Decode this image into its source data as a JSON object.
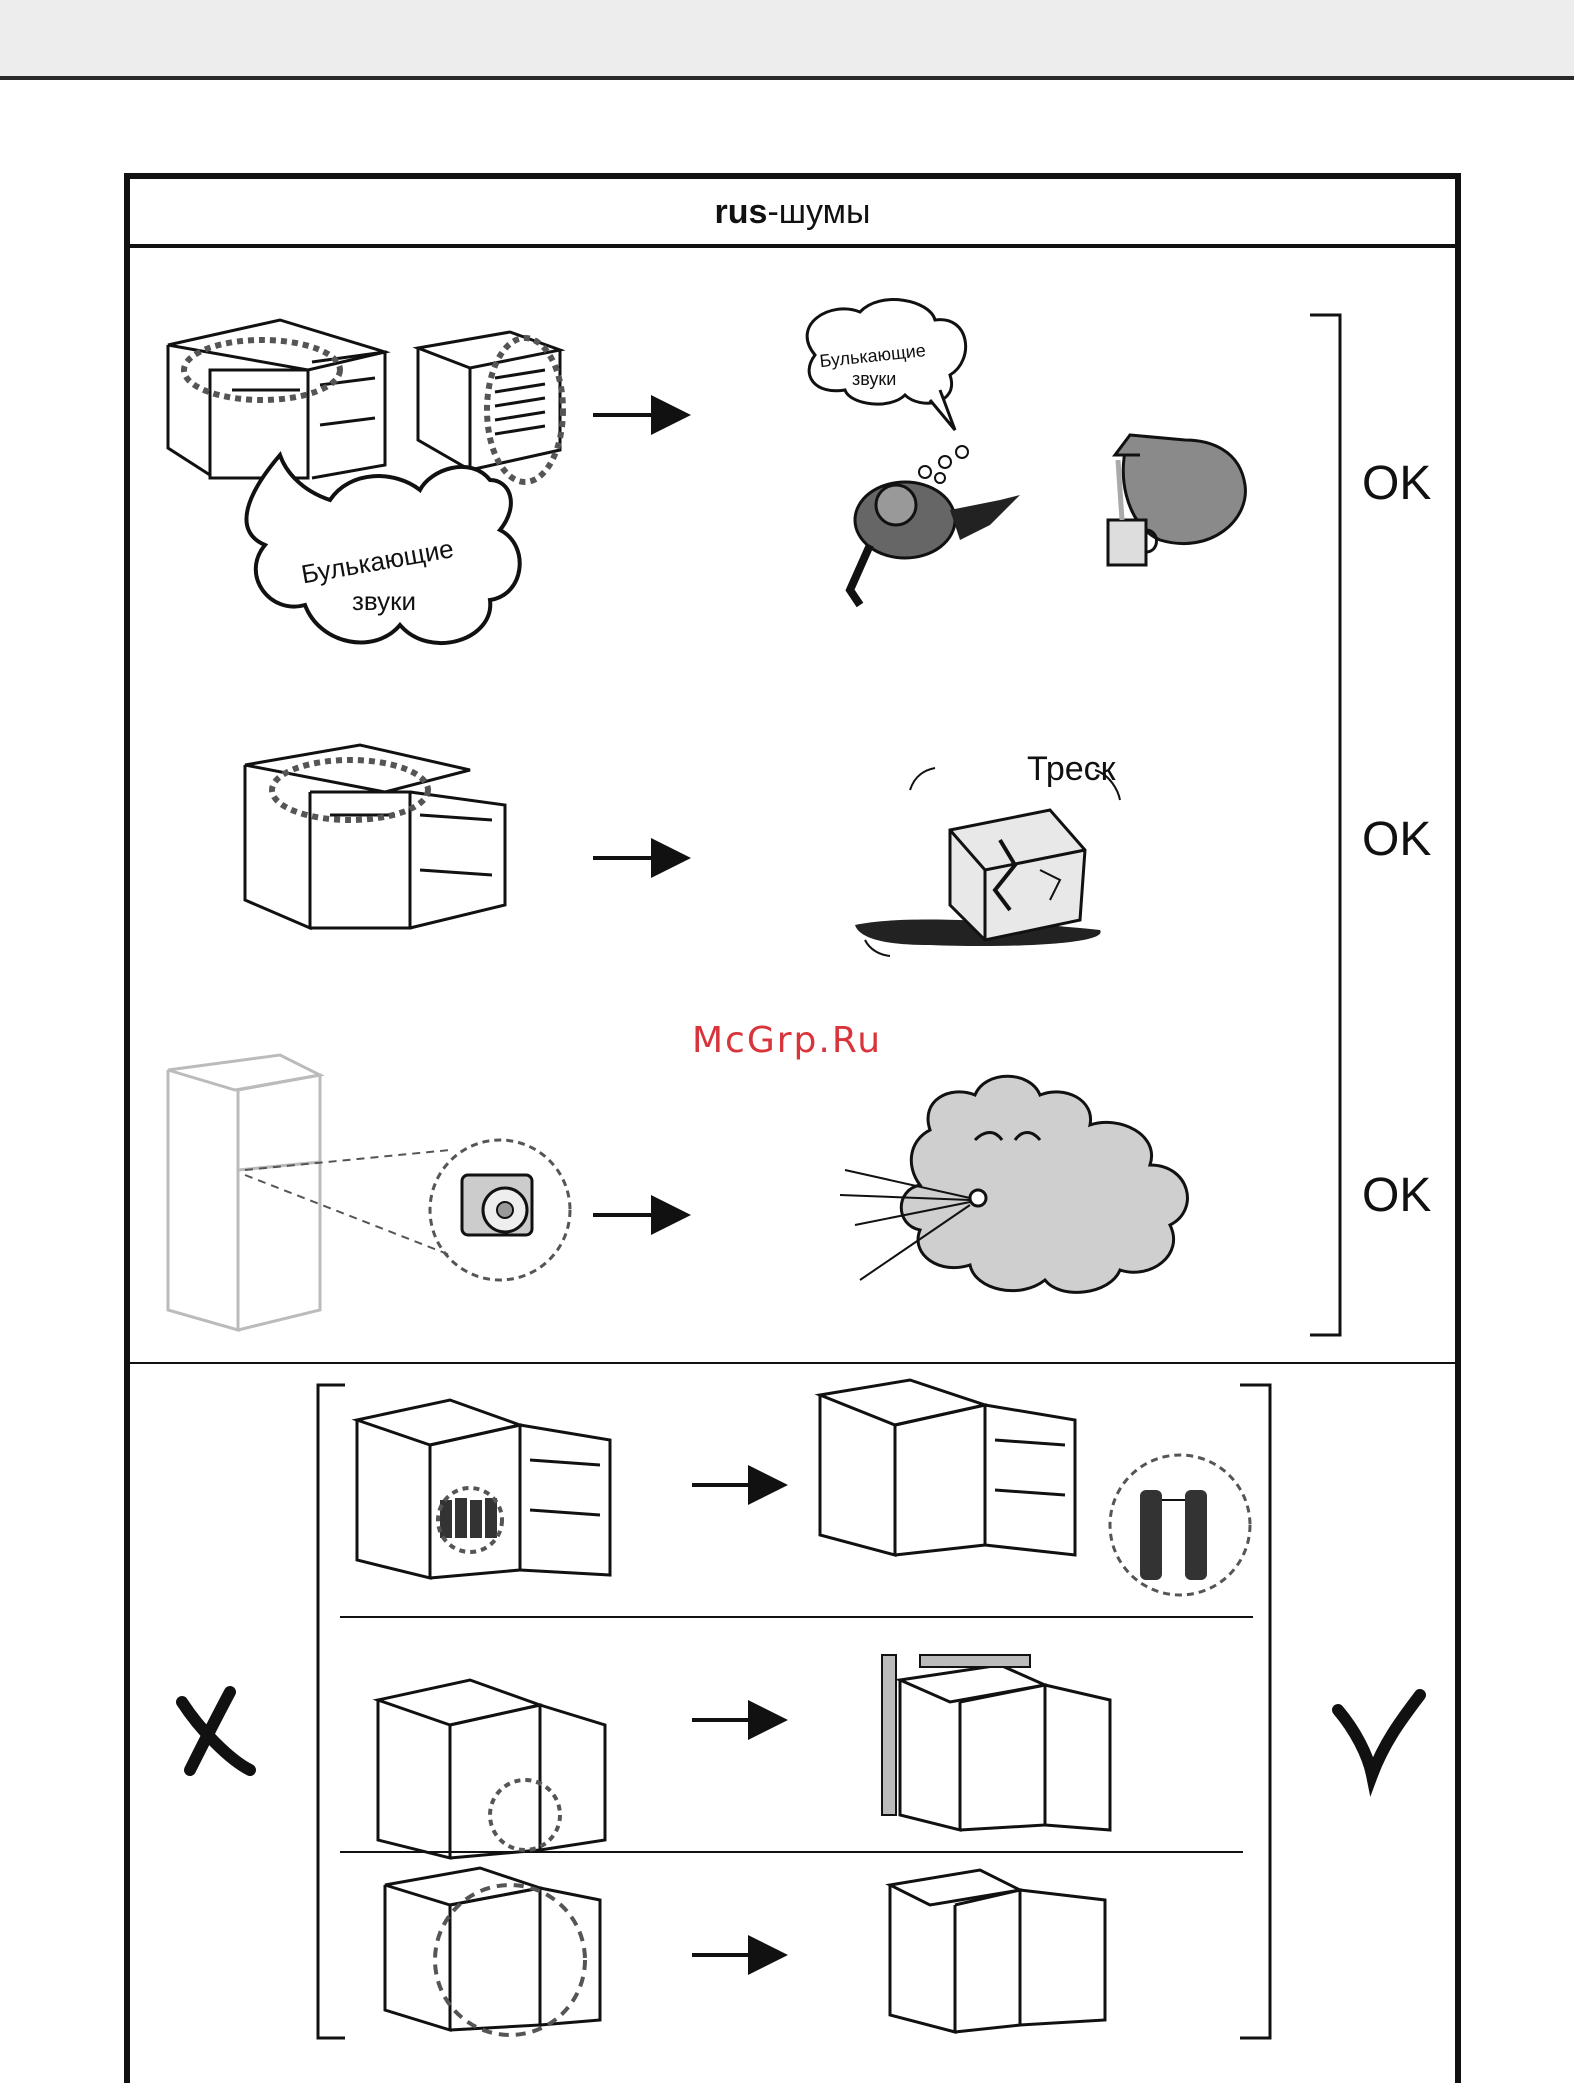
{
  "header": {
    "title_bold": "rus",
    "title_rest": "-шумы"
  },
  "noises": {
    "bubbling_small": "Булькающие звуки",
    "bubbling_large_line1": "Булькающие",
    "bubbling_large_line2": "звуки",
    "bubbling_small_line1": "Булькающие",
    "bubbling_small_line2": "звуки",
    "crack": "Треск"
  },
  "ok_labels": [
    "OK",
    "OK",
    "OK"
  ],
  "watermark": "McGrp.Ru",
  "marks": {
    "wrong": "cross-icon",
    "right": "check-icon"
  }
}
